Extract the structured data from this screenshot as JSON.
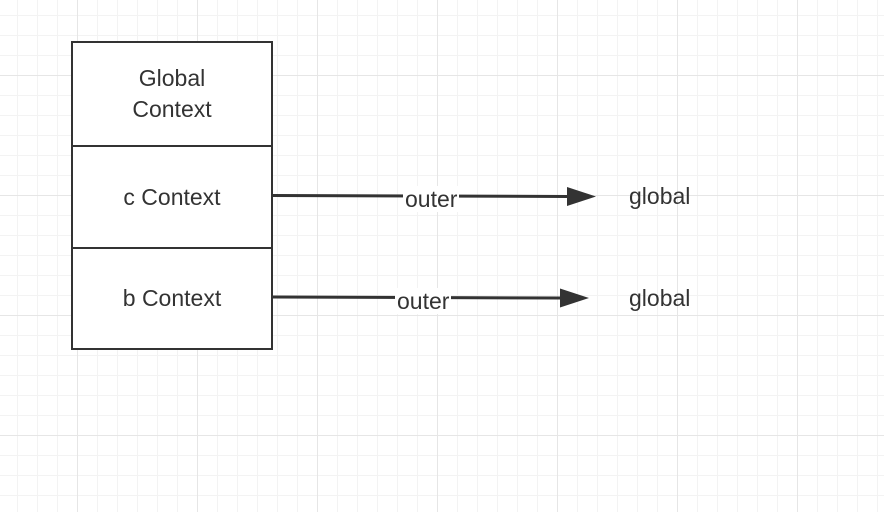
{
  "diagram": {
    "frames": [
      {
        "label": "Global Context"
      },
      {
        "label": "c Context"
      },
      {
        "label": "b Context"
      }
    ],
    "edges": [
      {
        "from": "c Context",
        "label": "outer",
        "to": "global"
      },
      {
        "from": "b Context",
        "label": "outer",
        "to": "global"
      }
    ]
  },
  "colors": {
    "stroke": "#333333",
    "grid_major": "#e6e6e6",
    "grid_minor": "#f3f3f3",
    "background": "#ffffff"
  }
}
